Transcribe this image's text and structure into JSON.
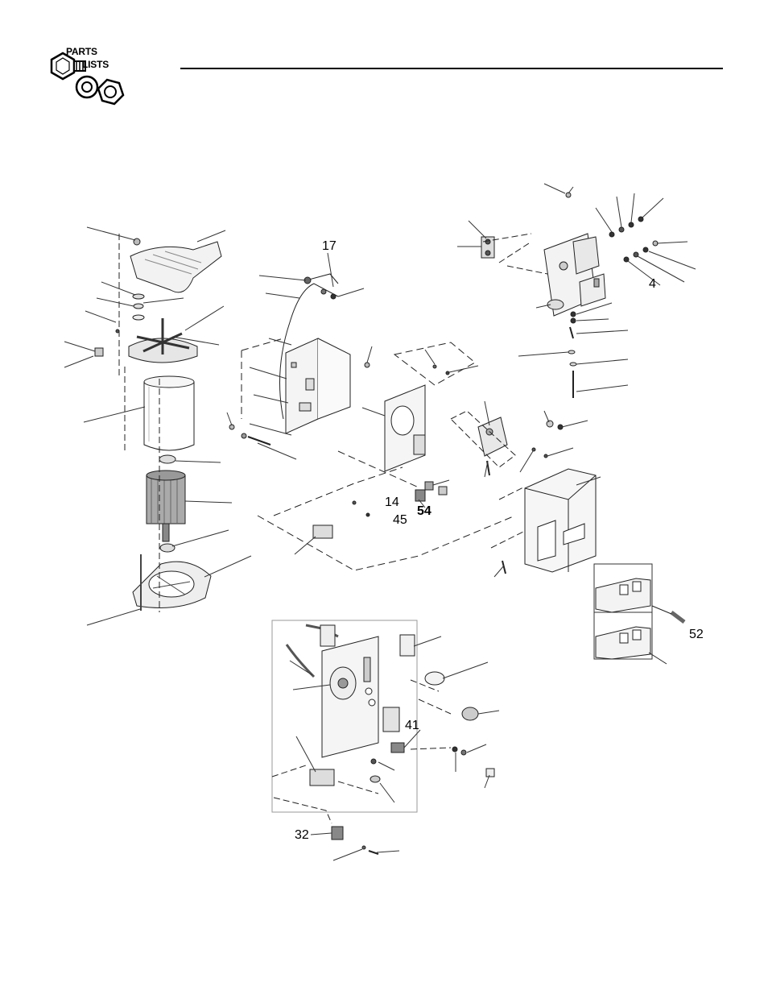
{
  "header": {
    "logo_line1": "PARTS",
    "logo_line2": "LISTS"
  },
  "callouts": {
    "c17": "17",
    "c4": "4",
    "c14": "14",
    "c45": "45",
    "c54": "54",
    "c52": "52",
    "c41": "41",
    "c32": "32"
  },
  "icons": [
    "hex-bolt-icon",
    "washer-icon",
    "hex-nut-icon"
  ]
}
